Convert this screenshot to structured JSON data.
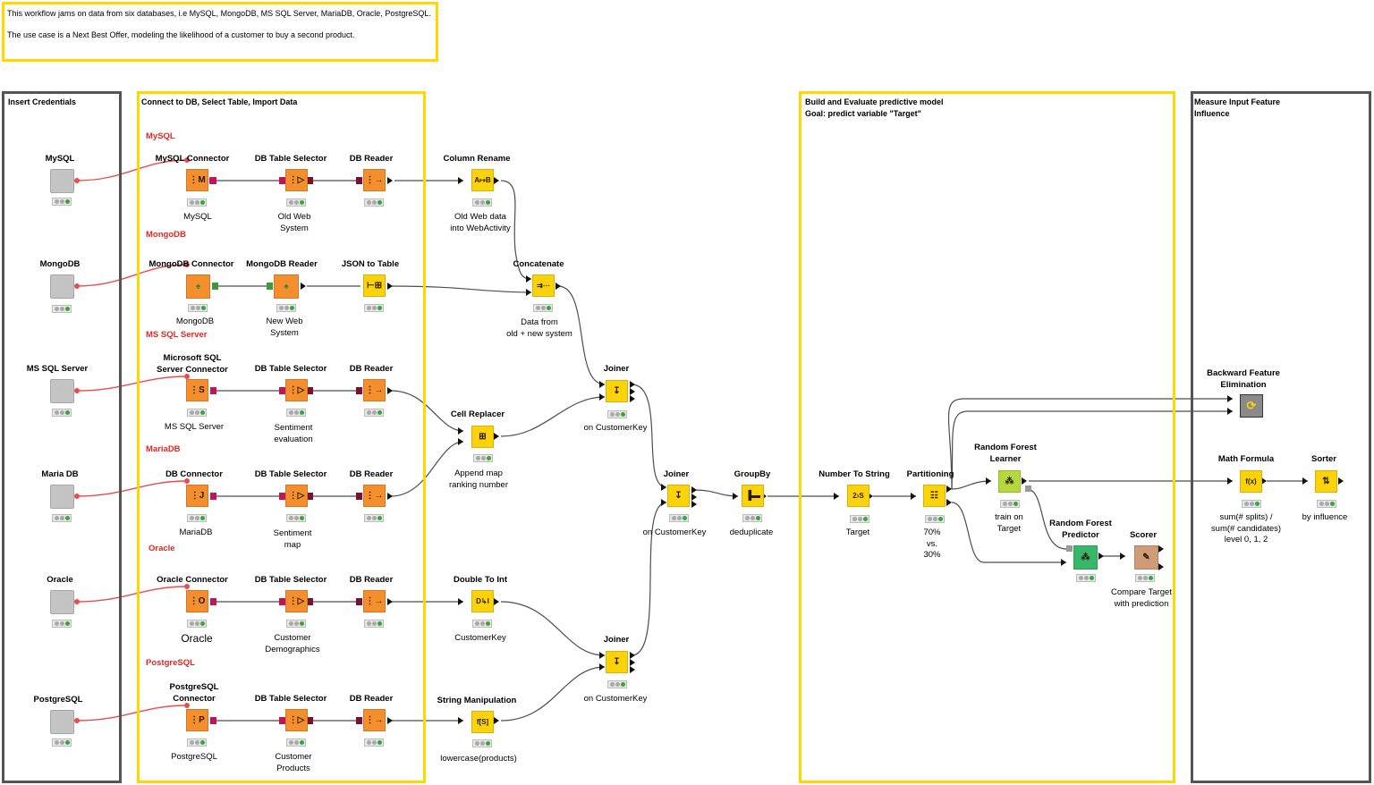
{
  "note": {
    "line1": "This workflow jams on data from six databases, i.e MySQL, MongoDB, MS SQL Server, MariaDB, Oracle, PostgreSQL.",
    "line2": "The use case is a Next Best Offer, modeling the likelihood of a customer to buy a second product."
  },
  "annotations": {
    "credentials": "Insert Credentials",
    "connect": "Connect to DB, Select Table, Import Data",
    "build_line1": "Build and Evaluate predictive model",
    "build_line2": "Goal: predict variable \"Target\"",
    "measure_line1": "Measure Input Feature",
    "measure_line2": "Influence"
  },
  "db_labels": {
    "mysql": "MySQL",
    "mongodb": "MongoDB",
    "mssql": "MS SQL Server",
    "mariadb": "MariaDB",
    "oracle": "Oracle",
    "postgresql": "PostgreSQL"
  },
  "credentials": {
    "mysql": "MySQL",
    "mongodb": "MongoDB",
    "mssql": "MS SQL Server",
    "mariadb": "Maria DB",
    "oracle": "Oracle",
    "postgresql": "PostgreSQL"
  },
  "nodes": {
    "mysql_connector": {
      "title": "MySQL Connector",
      "caption": "MySQL"
    },
    "mysql_selector": {
      "title": "DB Table Selector",
      "caption1": "Old Web",
      "caption2": "System"
    },
    "mysql_reader": {
      "title": "DB Reader"
    },
    "column_rename": {
      "title": "Column Rename",
      "caption1": "Old Web data",
      "caption2": "into WebActivity"
    },
    "mongodb_connector": {
      "title": "MongoDB Connector",
      "caption": "MongoDB"
    },
    "mongodb_reader": {
      "title": "MongoDB Reader",
      "caption1": "New Web",
      "caption2": "System"
    },
    "json_to_table": {
      "title": "JSON to Table"
    },
    "concatenate": {
      "title": "Concatenate",
      "caption1": "Data from",
      "caption2": "old + new system"
    },
    "mssql_connector": {
      "title1": "Microsoft SQL",
      "title2": "Server Connector",
      "caption": "MS SQL Server"
    },
    "mssql_selector": {
      "title": "DB Table Selector",
      "caption1": "Sentiment",
      "caption2": "evaluation"
    },
    "mssql_reader": {
      "title": "DB Reader"
    },
    "cell_replacer": {
      "title": "Cell Replacer",
      "caption1": "Append map",
      "caption2": "ranking number"
    },
    "joiner1": {
      "title": "Joiner",
      "caption": "on CustomerKey"
    },
    "maria_connector": {
      "title": "DB Connector",
      "caption": "MariaDB"
    },
    "maria_selector": {
      "title": "DB Table Selector",
      "caption1": "Sentiment",
      "caption2": "map"
    },
    "maria_reader": {
      "title": "DB Reader"
    },
    "joiner2": {
      "title": "Joiner",
      "caption": "on CustomerKey"
    },
    "groupby": {
      "title": "GroupBy",
      "caption": "deduplicate"
    },
    "oracle_connector": {
      "title": "Oracle Connector",
      "caption": "Oracle"
    },
    "oracle_selector": {
      "title": "DB Table Selector",
      "caption1": "Customer",
      "caption2": "Demographics"
    },
    "oracle_reader": {
      "title": "DB Reader"
    },
    "double_to_int": {
      "title": "Double To Int",
      "caption": "CustomerKey"
    },
    "joiner3": {
      "title": "Joiner",
      "caption": "on CustomerKey"
    },
    "pg_connector": {
      "title1": "PostgreSQL",
      "title2": "Connector",
      "caption": "PostgreSQL"
    },
    "pg_selector": {
      "title": "DB Table Selector",
      "caption1": "Customer",
      "caption2": "Products"
    },
    "pg_reader": {
      "title": "DB Reader"
    },
    "string_manip": {
      "title": "String Manipulation",
      "caption": "lowercase(products)"
    },
    "number_to_string": {
      "title": "Number To String",
      "caption": "Target"
    },
    "partitioning": {
      "title": "Partitioning",
      "caption1": "70%",
      "caption2": "vs.",
      "caption3": "30%"
    },
    "rf_learner": {
      "title1": "Random Forest",
      "title2": "Learner",
      "caption1": "train on",
      "caption2": "Target"
    },
    "rf_predictor": {
      "title1": "Random Forest",
      "title2": "Predictor"
    },
    "scorer": {
      "title": "Scorer",
      "caption1": "Compare Target",
      "caption2": "with prediction"
    },
    "backward_fe": {
      "title1": "Backward Feature",
      "title2": "Elimination"
    },
    "math_formula": {
      "title": "Math Formula",
      "caption1": "sum(# splits) /",
      "caption2": "sum(# candidates)",
      "caption3": "level 0, 1, 2"
    },
    "sorter": {
      "title": "Sorter",
      "caption": "by influence"
    }
  },
  "colors": {
    "annotation_yellow": "#ffd800",
    "annotation_gray": "#555555",
    "db_node_orange": "#f58f2d",
    "manipulator_yellow": "#fcd20a",
    "learner_green": "#b5d93c",
    "predictor_green": "#38b76b",
    "scorer_tan": "#cf9c78",
    "credentials_gray": "#c4c4c4",
    "credential_link_red": "#e84d4d",
    "db_label_red": "#e32626"
  }
}
